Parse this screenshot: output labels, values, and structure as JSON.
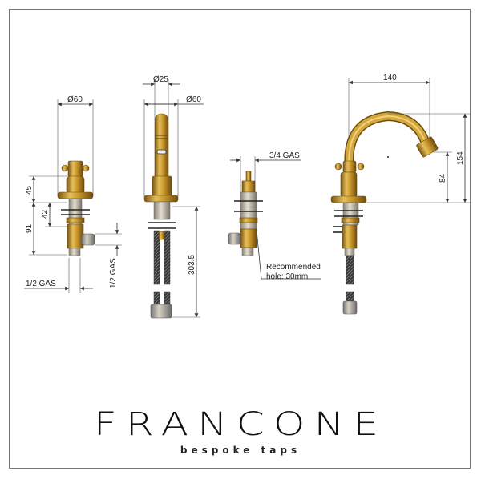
{
  "drawing": {
    "left_tap": {
      "diameter": "Ø60",
      "height_body": "45",
      "height_shank": "42",
      "height_total": "91",
      "inlet_bottom": "1/2 GAS",
      "inlet_side": "1/2 GAS"
    },
    "spout_front": {
      "spout_diameter": "Ø25",
      "flange_diameter": "Ø60",
      "hose_length": "303.5"
    },
    "valve": {
      "thread": "3/4 GAS",
      "note_line1": "Recommended",
      "note_line2": "hole: 30mm"
    },
    "bidet_side": {
      "reach": "140",
      "height_total": "154",
      "outlet_height": "84"
    }
  },
  "brand": {
    "name": "FRANCONE",
    "tagline": "Bespoke Taps"
  },
  "colors": {
    "gold": "#c9962a",
    "frame": "#777777"
  }
}
